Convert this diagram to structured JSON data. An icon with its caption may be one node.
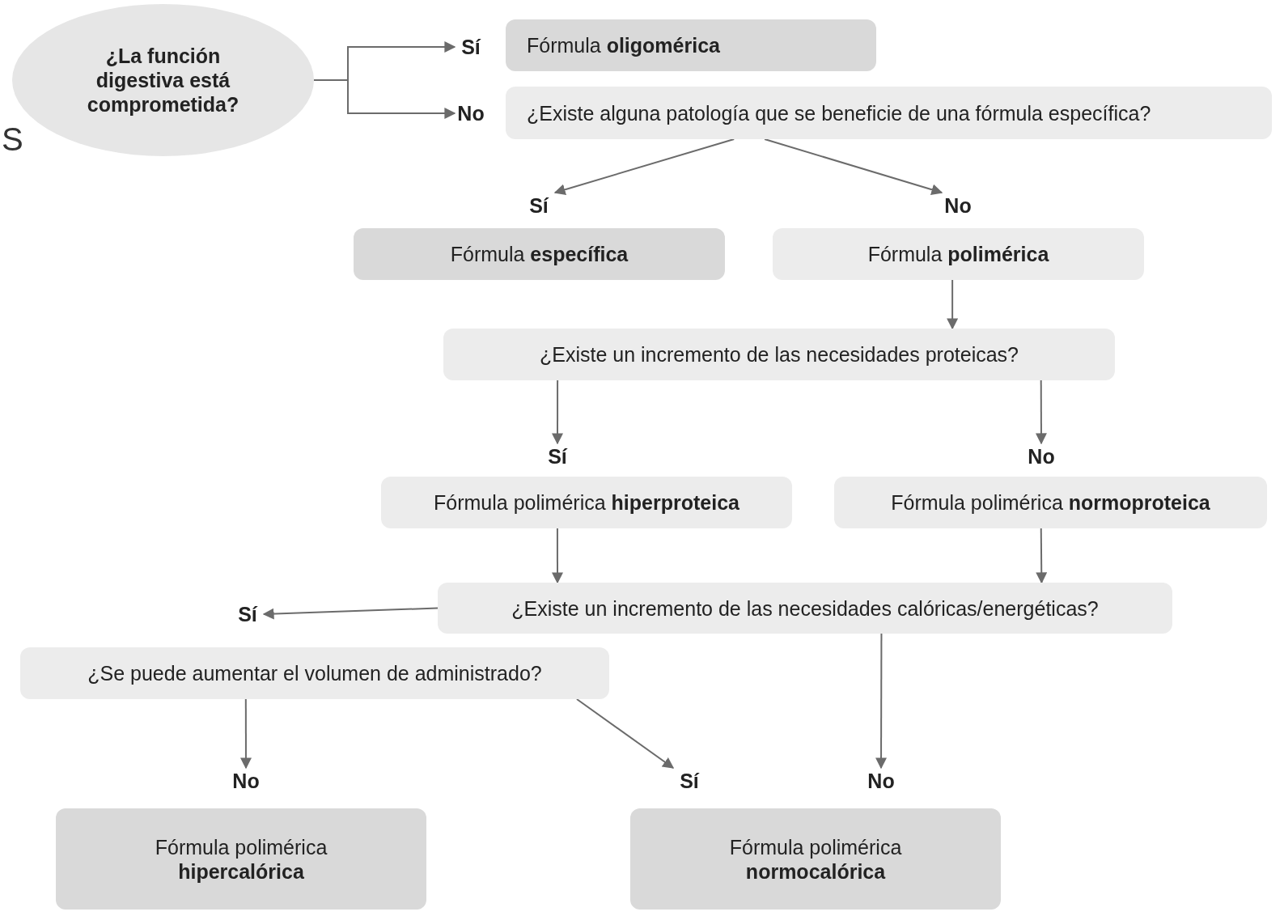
{
  "diagram": {
    "nodes": [
      {
        "text": [
          "¿La función digestiva está comprometida?"
        ]
      },
      {
        "text": [
          "Sí"
        ]
      },
      {
        "text": [
          "No"
        ]
      },
      {
        "text": [
          "Fórmula **oligomérica**"
        ]
      },
      {
        "text": [
          "¿Existe alguna patología que se beneficie de una fórmula específica?"
        ]
      },
      {
        "text": [
          "Sí"
        ]
      },
      {
        "text": [
          "No"
        ]
      },
      {
        "text": [
          "Fórmula **específica**"
        ]
      },
      {
        "text": [
          "Fórmula **polimérica**"
        ]
      },
      {
        "text": [
          "¿Existe un incremento de las necesidades proteicas?"
        ]
      },
      {
        "text": [
          "Sí"
        ]
      },
      {
        "text": [
          "No"
        ]
      },
      {
        "text": [
          "Fórmula polimérica **hiperproteica**"
        ]
      },
      {
        "text": [
          "Fórmula polimérica **normoproteica**"
        ]
      },
      {
        "text": [
          "¿Existe un incremento de las necesidades calóricas/energéticas?"
        ]
      },
      {
        "text": [
          "Sí"
        ]
      },
      {
        "text": [
          "¿Se puede aumentar el volumen de administrado?"
        ]
      },
      {
        "text": [
          "No"
        ]
      },
      {
        "text": [
          "Sí"
        ]
      },
      {
        "text": [
          "No"
        ]
      },
      {
        "text": [
          "Fórmula polimérica **hipercalórica**"
        ]
      },
      {
        "text": [
          "Fórmula polimérica **normocalórica**"
        ]
      }
    ],
    "edges": [
      {
        "from": 0,
        "to": 1,
        "arrow": "to"
      },
      {
        "from": 0,
        "to": 2,
        "arrow": "to"
      },
      {
        "from": 4,
        "to": 5,
        "arrow": "to"
      },
      {
        "from": 4,
        "to": 6,
        "arrow": "to"
      },
      {
        "from": 8,
        "to": 9,
        "arrow": "to"
      },
      {
        "from": 9,
        "to": 10,
        "arrow": "to"
      },
      {
        "from": 9,
        "to": 11,
        "arrow": "to"
      },
      {
        "from": 12,
        "to": 14,
        "arrow": "to"
      },
      {
        "from": 13,
        "to": 14,
        "arrow": "to"
      },
      {
        "from": 14,
        "to": 15,
        "arrow": "to"
      },
      {
        "from": 16,
        "to": 17,
        "arrow": "to"
      },
      {
        "from": 16,
        "to": 18,
        "arrow": "to"
      },
      {
        "from": 14,
        "to": 19,
        "arrow": "to"
      }
    ],
    "labels": [
      "S"
    ]
  }
}
